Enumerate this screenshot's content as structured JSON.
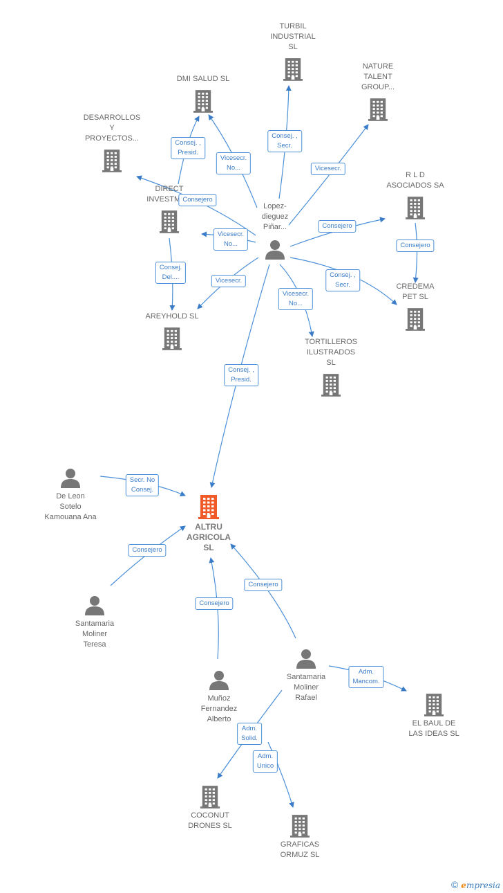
{
  "colors": {
    "edge": "#4a8fd8",
    "node": "#777777",
    "main": "#f05a28",
    "label": "#666666"
  },
  "nodes": [
    {
      "id": "turbil",
      "type": "company",
      "label": "TURBIL\nINDUSTRIAL\nSL"
    },
    {
      "id": "nature",
      "type": "company",
      "label": "NATURE\nTALENT\nGROUP..."
    },
    {
      "id": "dmi",
      "type": "company",
      "label": "DMI SALUD  SL"
    },
    {
      "id": "desarrollos",
      "type": "company",
      "label": "DESARROLLOS\nY\nPROYECTOS..."
    },
    {
      "id": "direct",
      "type": "company",
      "label": "DIRECT\nINVESTME..."
    },
    {
      "id": "rld",
      "type": "company",
      "label": "R L D\nASOCIADOS SA"
    },
    {
      "id": "lopez",
      "type": "person",
      "label": "Lopez-\ndieguez\nPiñar..."
    },
    {
      "id": "credema",
      "type": "company",
      "label": "CREDEMA\nPET  SL"
    },
    {
      "id": "areyhold",
      "type": "company",
      "label": "AREYHOLD  SL"
    },
    {
      "id": "tortilleros",
      "type": "company",
      "label": "TORTILLEROS\nILUSTRADOS\nSL"
    },
    {
      "id": "deleon",
      "type": "person",
      "label": "De Leon\nSotelo\nKamouana Ana"
    },
    {
      "id": "altru",
      "type": "main",
      "label": "ALTRU\nAGRICOLA\nSL"
    },
    {
      "id": "teresa",
      "type": "person",
      "label": "Santamaria\nMoliner\nTeresa"
    },
    {
      "id": "rafael",
      "type": "person",
      "label": "Santamaria\nMoliner\nRafael"
    },
    {
      "id": "munoz",
      "type": "person",
      "label": "Muñoz\nFernandez\nAlberto"
    },
    {
      "id": "baul",
      "type": "company",
      "label": "EL BAUL DE\nLAS IDEAS  SL"
    },
    {
      "id": "coconut",
      "type": "company",
      "label": "COCONUT\nDRONES  SL"
    },
    {
      "id": "graficas",
      "type": "company",
      "label": "GRAFICAS\nORMUZ SL"
    }
  ],
  "edges": [
    {
      "id": "e1",
      "from": "lopez",
      "to": "turbil",
      "label": "Consej. ,\nSecr."
    },
    {
      "id": "e2",
      "from": "lopez",
      "to": "nature",
      "label": "Vicesecr."
    },
    {
      "id": "e3",
      "from": "lopez",
      "to": "dmi",
      "label": "Vicesecr.\nNo..."
    },
    {
      "id": "e4",
      "from": "direct",
      "to": "dmi",
      "label": "Consej. ,\nPresid."
    },
    {
      "id": "e5",
      "from": "lopez",
      "to": "desarrollos",
      "label": "Consejero"
    },
    {
      "id": "e6",
      "from": "lopez",
      "to": "direct",
      "label": "Vicesecr.\nNo..."
    },
    {
      "id": "e7",
      "from": "lopez",
      "to": "rld",
      "label": "Consejero"
    },
    {
      "id": "e8",
      "from": "rld",
      "to": "credema",
      "label": "Consejero"
    },
    {
      "id": "e9",
      "from": "lopez",
      "to": "credema",
      "label": "Consej. ,\nSecr."
    },
    {
      "id": "e10",
      "from": "direct",
      "to": "areyhold",
      "label": "Consej.\nDel...."
    },
    {
      "id": "e11",
      "from": "lopez",
      "to": "areyhold",
      "label": "Vicesecr."
    },
    {
      "id": "e12",
      "from": "lopez",
      "to": "tortilleros",
      "label": "Vicesecr.\nNo..."
    },
    {
      "id": "e13",
      "from": "lopez",
      "to": "altru",
      "label": "Consej. ,\nPresid."
    },
    {
      "id": "e14",
      "from": "deleon",
      "to": "altru",
      "label": "Secr.  No\nConsej."
    },
    {
      "id": "e15",
      "from": "teresa",
      "to": "altru",
      "label": "Consejero"
    },
    {
      "id": "e16",
      "from": "munoz",
      "to": "altru",
      "label": "Consejero"
    },
    {
      "id": "e17",
      "from": "rafael",
      "to": "altru",
      "label": "Consejero"
    },
    {
      "id": "e18",
      "from": "rafael",
      "to": "baul",
      "label": "Adm.\nMancom."
    },
    {
      "id": "e19",
      "from": "rafael",
      "to": "coconut",
      "label": "Adm.\nSolid."
    },
    {
      "id": "e20",
      "from": "rafael",
      "to": "graficas",
      "label": "Adm.\nUnico"
    }
  ],
  "brand": {
    "copyright": "©",
    "e": "e",
    "rest": "mpresia"
  }
}
